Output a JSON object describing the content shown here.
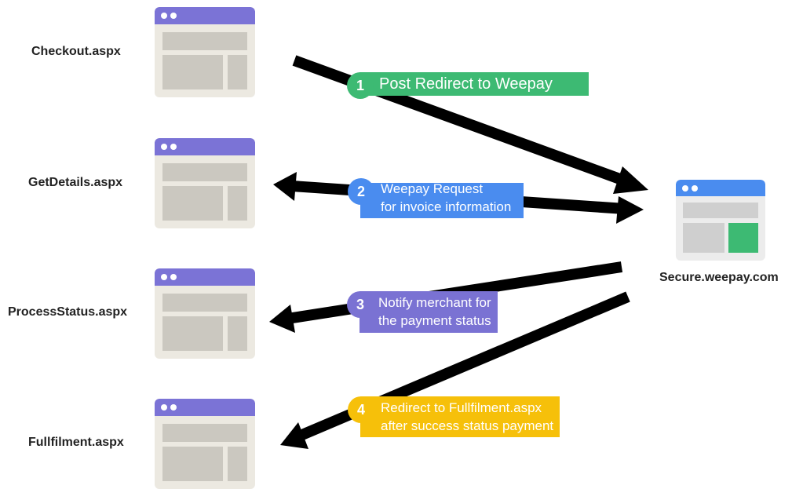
{
  "pages": [
    {
      "label": "Checkout.aspx"
    },
    {
      "label": "GetDetails.aspx"
    },
    {
      "label": "ProcessStatus.aspx"
    },
    {
      "label": "Fullfilment.aspx"
    }
  ],
  "server": {
    "label": "Secure.weepay.com"
  },
  "steps": [
    {
      "number": "1",
      "lines": [
        "Post Redirect to Weepay"
      ],
      "color": "#3dba73"
    },
    {
      "number": "2",
      "lines": [
        "Weepay Request",
        "for invoice information"
      ],
      "color": "#4a8cef"
    },
    {
      "number": "3",
      "lines": [
        "Notify merchant for",
        "the payment status"
      ],
      "color": "#7a72d3"
    },
    {
      "number": "4",
      "lines": [
        "Redirect to Fullfilment.aspx",
        "after success status payment"
      ],
      "color": "#f6c00a"
    }
  ],
  "colors": {
    "page_bar": "#7b73d6",
    "server_bar": "#4a8cef",
    "server_accent": "#3dba73",
    "arrow": "#000000"
  }
}
